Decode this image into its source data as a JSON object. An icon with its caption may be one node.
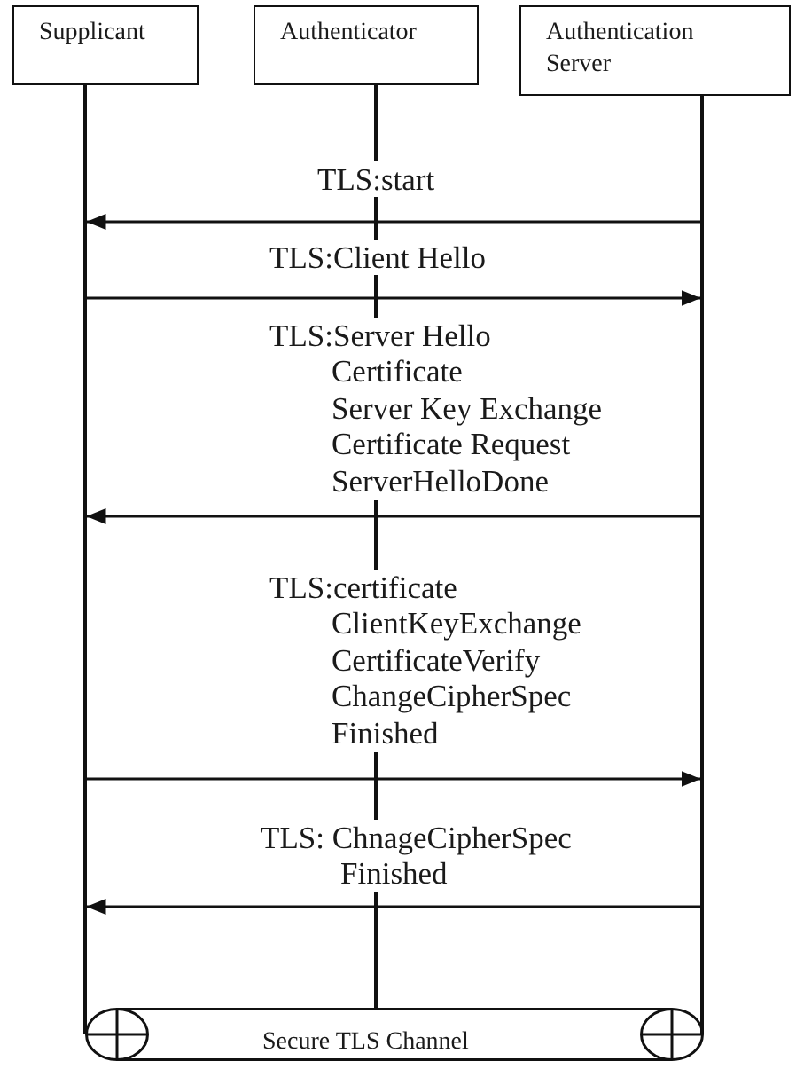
{
  "diagram": {
    "nodes": [
      {
        "text": [
          "Supplicant"
        ]
      },
      {
        "text": [
          "Authenticator"
        ]
      },
      {
        "text": [
          "Authentication Server"
        ]
      },
      {
        "text": [],
        "shape": "line"
      },
      {
        "text": [],
        "shape": "line"
      },
      {
        "text": [],
        "shape": "line"
      },
      {
        "text": [
          "Secure TLS Channel"
        ]
      }
    ],
    "edges": [
      {
        "from": 5,
        "to": 3,
        "arrow": "to",
        "label": "TLS:start"
      },
      {
        "from": 3,
        "to": 5,
        "arrow": "to",
        "label": "TLS:Client Hello"
      },
      {
        "from": 5,
        "to": 3,
        "arrow": "to",
        "label": "TLS:Server Hello Certificate Server Key Exchange Certificate Request ServerHelloDone"
      },
      {
        "from": 3,
        "to": 5,
        "arrow": "to",
        "label": "TLS:certificate ClientKeyExchange CertificateVerify ChangeCipherSpec Finished"
      },
      {
        "from": 5,
        "to": 3,
        "arrow": "to",
        "label": "TLS: ChnageCipherSpec Finished"
      }
    ]
  }
}
